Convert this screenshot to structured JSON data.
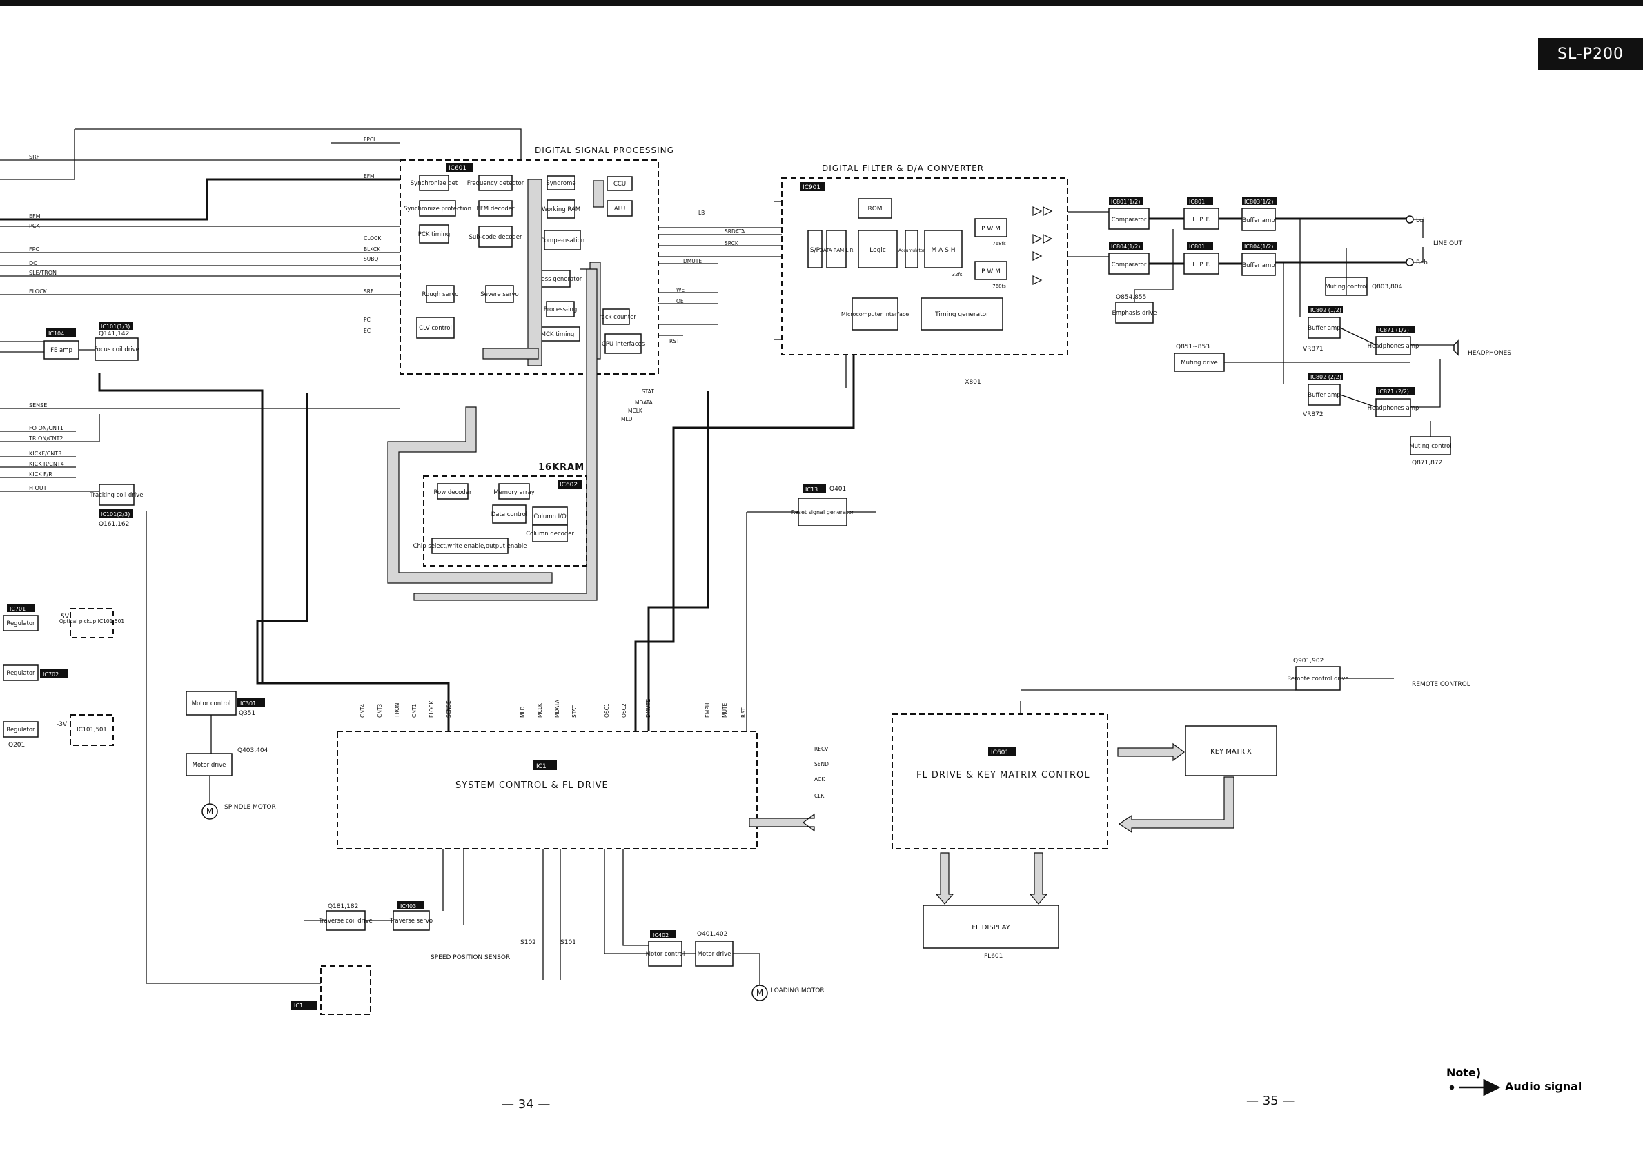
{
  "model": "SL-P200",
  "pages": {
    "left": "— 34 —",
    "right": "— 35 —"
  },
  "note": {
    "title": "Note)",
    "audio_signal": "Audio signal"
  },
  "sections": {
    "dsp": "DIGITAL SIGNAL PROCESSING",
    "dac": "DIGITAL FILTER & D/A CONVERTER",
    "ram": "16KRAM",
    "syscon": "SYSTEM CONTROL & FL DRIVE",
    "flkey": "FL DRIVE & KEY MATRIX CONTROL"
  },
  "dsp_blocks": {
    "sync_det": "Synchronize det",
    "freq_det": "Frequency detector",
    "sync_prot": "Synchronize protection",
    "efm_dec": "EFM decoder",
    "pck_timing": "PCK timing",
    "subcode": "Sub-code decoder",
    "syndrome": "Syndrome",
    "ccu": "CCU",
    "working_ram": "Working RAM",
    "alu": "ALU",
    "compensation": "Compe-nsation",
    "addr_gen": "Address generator",
    "processing": "Process-ing",
    "rough_servo": "Rough servo",
    "severe_servo": "Severe servo",
    "clv": "CLV control",
    "mck": "MCK timing",
    "track_counter": "Track counter",
    "cpu_if": "CPU interfaces"
  },
  "ram_blocks": {
    "row_dec": "Row decoder",
    "mem_array": "Memory array",
    "data_ctrl": "Data control",
    "col_io": "Column I/O",
    "col_dec": "Column decoder",
    "chip_sel": "Chip select,write enable,output enable"
  },
  "dac_blocks": {
    "rom": "ROM",
    "sp": "S/P",
    "data_ram": "DATA RAM L,R",
    "logic": "Logic",
    "accum": "Accumulator",
    "mash": "M A S H",
    "pwm1": "P W M",
    "pwm2": "P W M",
    "freq1": "768fs",
    "freq2": "768fs",
    "freq3": "32fs",
    "micro_if": "Microcomputer interface",
    "timing_gen": "Timing generator",
    "xtal": "X801"
  },
  "audio_blocks": {
    "comp_l": "Comparator",
    "comp_r": "Comparator",
    "lpf_l": "L. P. F.",
    "lpf_r": "L. P. F.",
    "buf_l": "Buffer amp",
    "buf_r": "Buffer amp",
    "muting_ctrl": "Muting control",
    "muting_ref": "Q803,804",
    "emphasis": "Emphasis drive",
    "emph_ref": "Q854,855",
    "muting_drive": "Muting drive",
    "mdrive_ref": "Q851~853",
    "hp_buf1": "Buffer amp",
    "hp_buf2": "Buffer amp",
    "hp_amp1": "Headphones amp",
    "hp_amp2": "Headphones amp",
    "hp_mute": "Muting control",
    "hp_mute_ref": "Q871,872",
    "vr1": "VR871",
    "vr2": "VR872",
    "ic_comp_l": "IC801(1/2)",
    "ic_comp_r": "IC804(1/2)",
    "ic_lpf_l": "IC801",
    "ic_lpf_r": "IC801",
    "ic_buf_l": "IC803(1/2)",
    "ic_buf_r": "IC804(1/2)",
    "ic_hpb1": "IC802 (1/2)",
    "ic_hpb2": "IC802 (2/2)",
    "ic_hpa1": "IC871 (1/2)",
    "ic_hpa2": "IC871 (2/2)",
    "lch": "Lch",
    "rch": "Rch",
    "line_out": "LINE OUT",
    "headphones": "HEADPHONES"
  },
  "left_blocks": {
    "fe_amp": "FE amp",
    "focus": "Focus coil drive",
    "focus_ref": "Q141,142",
    "ic_fe": "IC104",
    "ic_focus": "IC101(1/3)",
    "tracking": "Tracking coil drive",
    "ic_tracking": "IC101(2/3)",
    "tracking_ref": "Q161,162",
    "reg1": "Regulator",
    "reg2": "Regulator",
    "reg3": "Regulator",
    "reg3_ref": "Q201",
    "ic_reg1": "IC701",
    "ic_reg2": "IC702",
    "pickup": "Optical pickup IC101,501",
    "pickup2": "IC101,501",
    "v5": "5V",
    "v3": "-3V",
    "motor_ctrl": "Motor control",
    "motor_ctrl_ref": "Q351",
    "ic_motor": "IC301",
    "motor_drive": "Motor drive",
    "motor_drive_ref": "Q403,404",
    "spindle": "SPINDLE MOTOR",
    "reset": "Reset signal generator",
    "ic_reset": "IC13",
    "reset_ref": "Q401"
  },
  "bottom_blocks": {
    "traverse_drive": "Traverse coil drive",
    "traverse_drive_ref": "Q181,182",
    "traverse_servo": "Traverse servo",
    "ic_trav": "IC403",
    "speed_sensor": "SPEED POSITION SENSOR",
    "s102": "S102",
    "s101": "S101",
    "ic_loading": "IC402",
    "loading_ref": "Q401,402",
    "loading_ctrl": "Motor control",
    "loading_drive": "Motor drive",
    "loading_motor": "LOADING MOTOR",
    "ic_bottom": "IC1",
    "remote_drive": "Remote control drive",
    "remote_ref": "Q901,902",
    "remote": "REMOTE CONTROL",
    "key_matrix": "KEY MATRIX",
    "fl_display": "FL DISPLAY",
    "fl_ref": "FL601",
    "ic_sys": "IC1",
    "ic_flkey": "IC601"
  },
  "signals_left": [
    "SRF",
    "EFM",
    "PCK",
    "FPC",
    "DO",
    "SLE/TRON",
    "FLOCK",
    "SENSE",
    "FO ON/CNT1",
    "TR ON/CNT2",
    "KICKF/CNT3",
    "KICK R/CNT4",
    "KICK F/R",
    "H OUT"
  ],
  "signals_dsp": [
    "FPCI",
    "EFM",
    "CLOCK",
    "BLKCK",
    "SUBQ",
    "SRF",
    "PC",
    "EC",
    "LB",
    "SRDATA",
    "SRCK",
    "DMUTE",
    "WE",
    "OE",
    "RST",
    "STAT",
    "MDATA",
    "MCLK",
    "MLD"
  ],
  "syscon_pins": [
    "CNT4",
    "CNT3",
    "TRON",
    "CNT1",
    "FLOCK",
    "SENSE",
    "MLD",
    "MCLK",
    "MDATA",
    "STAT",
    "OSC1",
    "OSC2",
    "DMUTE",
    "EMPH",
    "MUTE",
    "RST"
  ],
  "syscon_right_pins": [
    "RECV",
    "SEND",
    "ACK",
    "CLK"
  ],
  "colors": {
    "ink": "#111111",
    "bus_fill": "#dddddd",
    "paper": "#ffffff"
  }
}
